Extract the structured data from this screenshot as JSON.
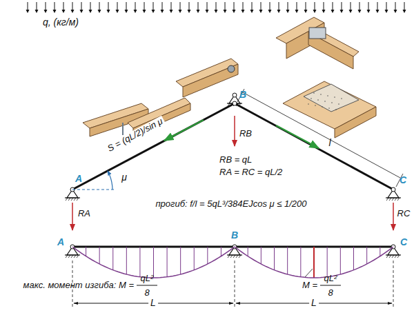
{
  "diagram": {
    "labels": [
      "q, (кг/м)",
      "S = (qL/2)/sin μ",
      "B",
      "A",
      "μ",
      "C",
      "RB",
      "RB = qL",
      "RA = RC = qL/2",
      "l",
      "RA",
      "RC",
      "прогиб: f/l = 5qL³/384EJcos μ ≤ 1/200",
      "A",
      "B",
      "C",
      "макс. момент изгиба: M =",
      "qL²",
      "8",
      "M =",
      "qL²",
      "8",
      "L",
      "L"
    ]
  }
}
